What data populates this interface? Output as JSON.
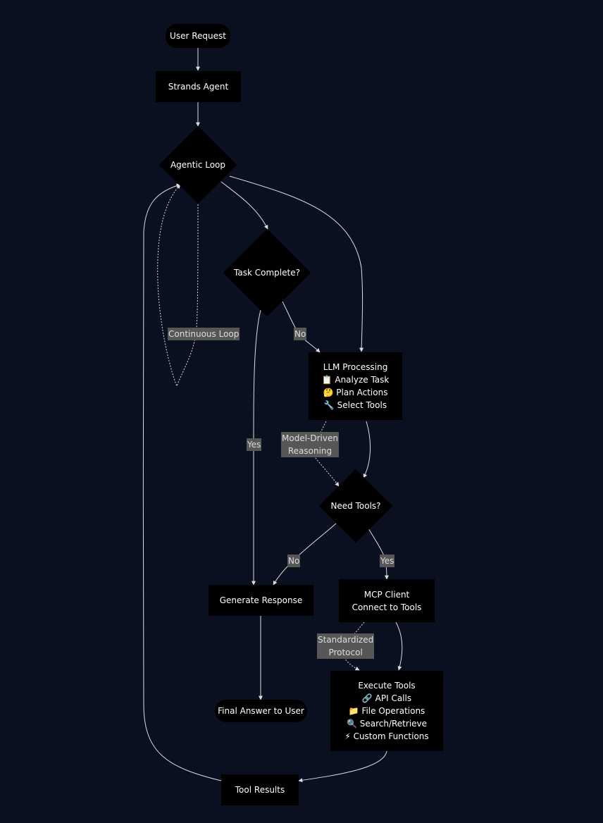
{
  "nodes": {
    "user_request": "User Request",
    "strands_agent": "Strands Agent",
    "agentic_loop": "Agentic Loop",
    "task_complete": "Task Complete?",
    "llm_processing": {
      "title": "LLM Processing",
      "items": [
        "📋 Analyze Task",
        "🤔 Plan Actions",
        "🔧 Select Tools"
      ]
    },
    "need_tools": "Need Tools?",
    "generate_response": "Generate Response",
    "mcp_client": {
      "title": "MCP Client",
      "subtitle": "Connect to Tools"
    },
    "execute_tools": {
      "title": "Execute Tools",
      "items": [
        "🔗 API Calls",
        "📁 File Operations",
        "🔍 Search/Retrieve",
        "⚡ Custom Functions"
      ]
    },
    "final_answer": "Final Answer to User",
    "tool_results": "Tool Results"
  },
  "edge_labels": {
    "continuous_loop": "Continuous Loop",
    "no_task": "No",
    "yes_task": "Yes",
    "model_driven_1": "Model-Driven",
    "model_driven_2": "Reasoning",
    "no_tools": "No",
    "yes_tools": "Yes",
    "standardized_1": "Standardized",
    "standardized_2": "Protocol"
  },
  "colors": {
    "background": "#0b1020",
    "node_fill": "#000000",
    "edge": "#dddddd",
    "label_bg": "#575757"
  }
}
